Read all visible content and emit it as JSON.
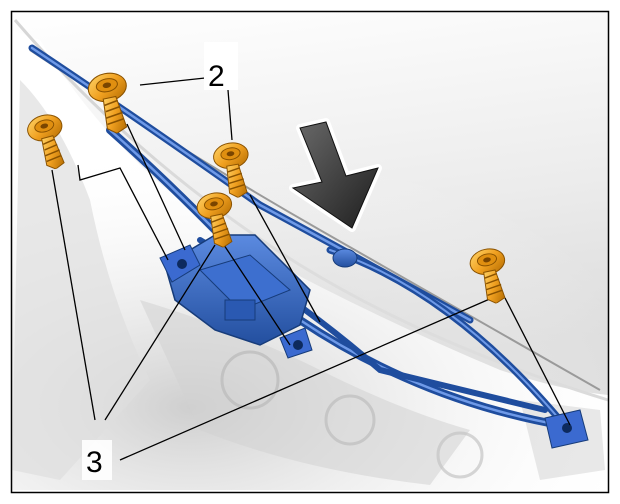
{
  "callouts": {
    "label_2": "2",
    "label_3": "3"
  },
  "colors": {
    "linkage_blue": "#2f63c0",
    "bolt_orange": "#f0a020",
    "arrow_gray": "#3a3a3a",
    "engine_gray": "#b9b9b9"
  },
  "parts": {
    "bolts_2_count": 2,
    "bolts_3_count": 3,
    "arrow_direction": "down-right"
  }
}
